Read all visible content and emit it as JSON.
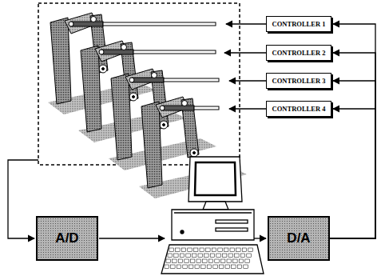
{
  "diagram": {
    "nodes": [
      {
        "text": [
          "CONTROLLER 1"
        ]
      },
      {
        "text": [
          "CONTROLLER 2"
        ]
      },
      {
        "text": [
          "CONTROLLER 3"
        ]
      },
      {
        "text": [
          "CONTROLLER 4"
        ]
      },
      {
        "text": [
          "A/D"
        ]
      },
      {
        "text": [
          "D/A"
        ]
      }
    ],
    "edges": [
      {
        "from": 5,
        "to": 0,
        "arrow": "to"
      },
      {
        "from": 5,
        "to": 1,
        "arrow": "to"
      },
      {
        "from": 5,
        "to": 2,
        "arrow": "to"
      },
      {
        "from": 5,
        "to": 3,
        "arrow": "to"
      }
    ]
  }
}
